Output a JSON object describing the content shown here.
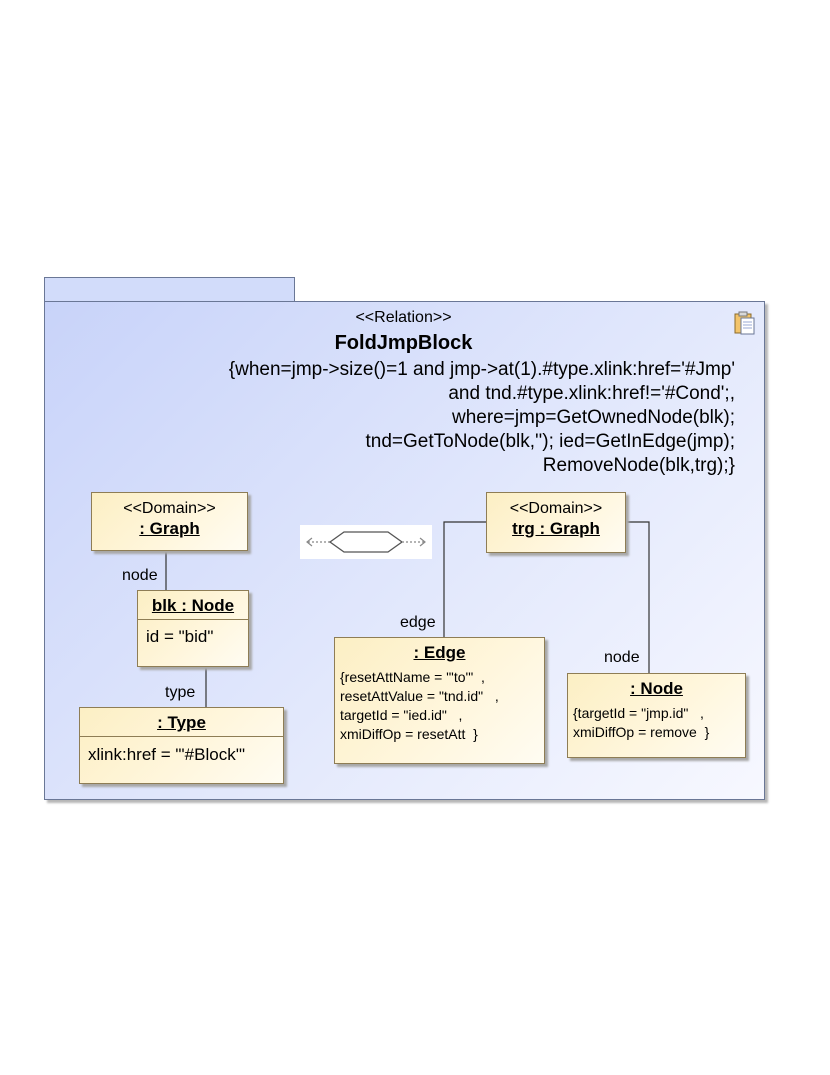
{
  "relation": {
    "stereotype": "<<Relation>>",
    "name": "FoldJmpBlock",
    "constraint_lines": [
      "{when=jmp->size()=1 and jmp->at(1).#type.xlink:href='#Jmp'",
      "and tnd.#type.xlink:href!='#Cond';,",
      "where=jmp=GetOwnedNode(blk);",
      "tnd=GetToNode(blk,''); ied=GetInEdge(jmp);",
      "RemoveNode(blk,trg);}"
    ]
  },
  "left_domain": {
    "stereotype": "<<Domain>>",
    "name": ": Graph"
  },
  "left_node": {
    "name": "blk : Node",
    "attr": "id = \"bid\""
  },
  "left_type": {
    "name": ": Type",
    "attr": "xlink:href = \"'#Block'\""
  },
  "right_domain": {
    "stereotype": "<<Domain>>",
    "name": "trg : Graph"
  },
  "right_edge": {
    "name": ": Edge",
    "attrs": [
      "{resetAttName = \"'to'\"  ,",
      "resetAttValue = \"tnd.id\"   ,",
      "targetId = \"ied.id\"   ,",
      "xmiDiffOp = resetAtt  }"
    ]
  },
  "right_node": {
    "name": ": Node",
    "attrs": [
      "{targetId = \"jmp.id\"   ,",
      "xmiDiffOp = remove  }"
    ]
  },
  "labels": {
    "node_left": "node",
    "type": "type",
    "edge": "edge",
    "node_right": "node"
  },
  "icons": {
    "relation_icon": "clipboard-icon",
    "connector": "hexagon-connector-icon"
  }
}
